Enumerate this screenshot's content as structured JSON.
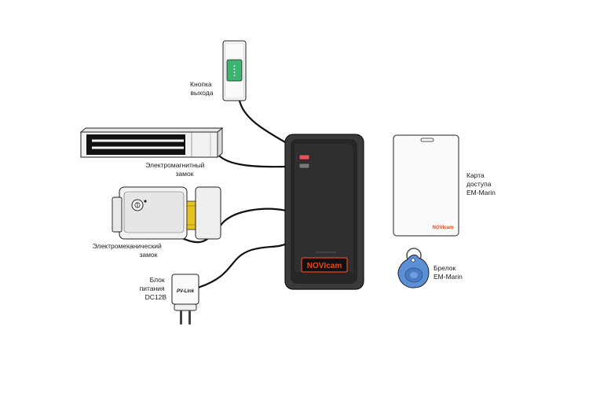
{
  "labels": {
    "exit_button": [
      "Кнопка",
      "выхода"
    ],
    "magnetic_lock": [
      "Электромагнитный",
      "замок"
    ],
    "mechanical_lock": [
      "Электромеханический",
      "замок"
    ],
    "power_supply": [
      "Блок",
      "питания",
      "DC12B"
    ],
    "access_card": [
      "Карта",
      "доступа",
      "EM-Marin"
    ],
    "key_fob": [
      "Брелок",
      "EM-Marin"
    ]
  },
  "brands": {
    "reader_logo": "NOVIcam",
    "card_logo": "NOVIcam",
    "psu_logo": "PV-Link"
  },
  "colors": {
    "reader_body": "#2e2e2e",
    "exit_button_green": "#3cb371",
    "led_red": "#e8505b",
    "fob_blue": "#5b8fd6",
    "logo_orange": "#e8461e"
  }
}
